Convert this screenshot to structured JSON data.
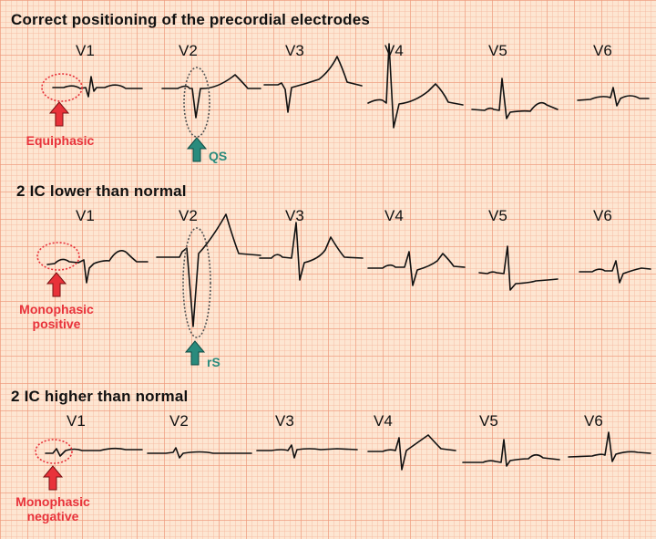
{
  "sections": [
    {
      "title": "Correct positioning of the precordial electrodes",
      "leads": [
        "V1",
        "V2",
        "V3",
        "V4",
        "V5",
        "V6"
      ],
      "annotations": {
        "v1_finding": "Equiphasic",
        "v2_finding": "QS"
      }
    },
    {
      "title": "2 IC lower than normal",
      "leads": [
        "V1",
        "V2",
        "V3",
        "V4",
        "V5",
        "V6"
      ],
      "annotations": {
        "v1_finding_line1": "Monophasic",
        "v1_finding_line2": "positive",
        "v2_finding": "rS"
      }
    },
    {
      "title": "2 IC higher than normal",
      "leads": [
        "V1",
        "V2",
        "V3",
        "V4",
        "V5",
        "V6"
      ],
      "annotations": {
        "v1_finding_line1": "Monophasic",
        "v1_finding_line2": "negative"
      }
    }
  ],
  "colors": {
    "grid_background": "#fde6d2",
    "grid_major": "#ee9678",
    "trace": "#111111",
    "annotation_red": "#e8323a",
    "annotation_teal": "#2a8b7d",
    "ellipse_v1": "#e8323a",
    "ellipse_v2": "#555555"
  },
  "icons": {
    "red_arrow": "arrow-up-red-icon",
    "teal_arrow": "arrow-up-teal-icon"
  }
}
